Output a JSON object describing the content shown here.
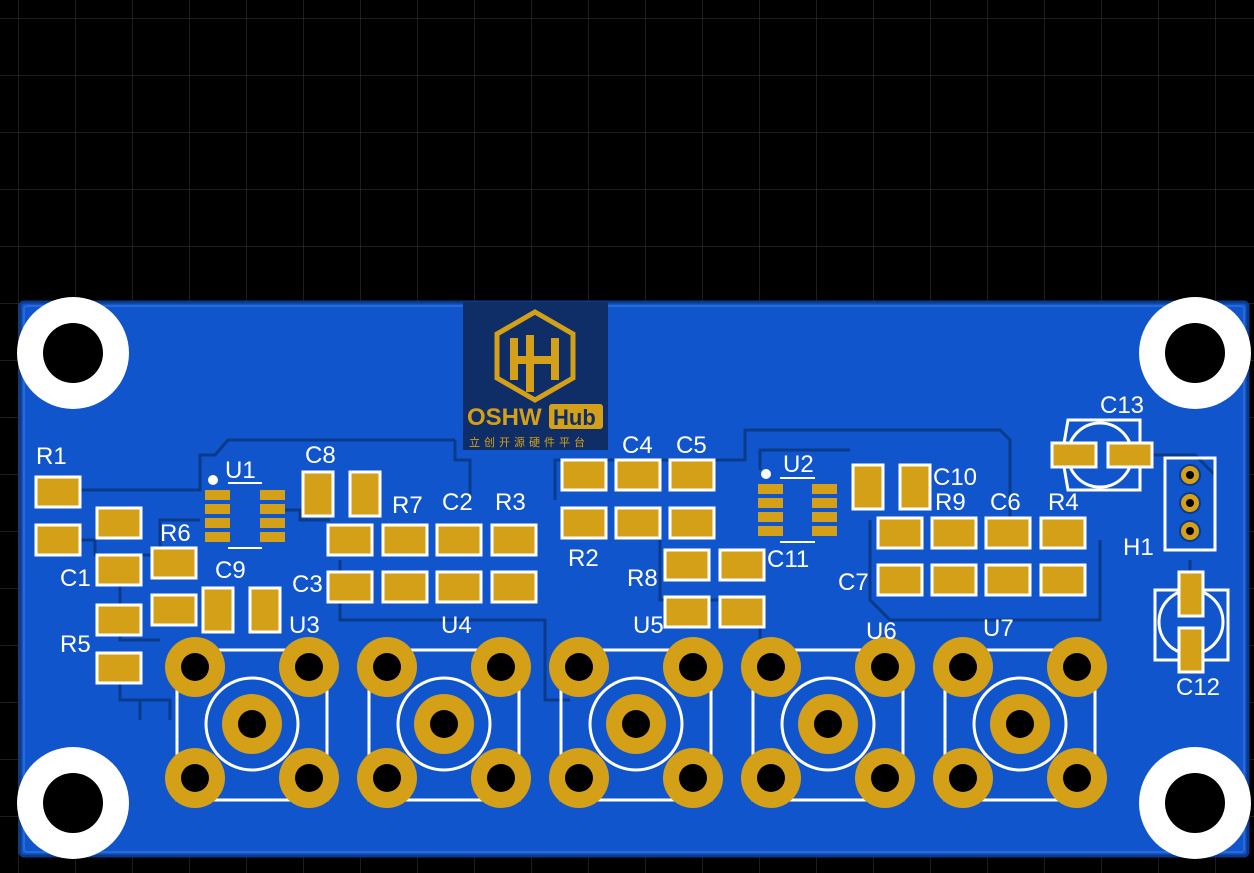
{
  "logo": {
    "text": "OSHW",
    "badge": "Hub",
    "subtitle": "立创开源硬件平台"
  },
  "colors": {
    "board": "#1155cc",
    "copper_pad": "#d4a017",
    "silkscreen": "#ffffff",
    "grid": "#3a3a3a",
    "background": "#000000"
  },
  "labels": {
    "R1": "R1",
    "R2": "R2",
    "R3": "R3",
    "R4": "R4",
    "R5": "R5",
    "R6": "R6",
    "R7": "R7",
    "R8": "R8",
    "R9": "R9",
    "C1": "C1",
    "C2": "C2",
    "C3": "C3",
    "C4": "C4",
    "C5": "C5",
    "C6": "C6",
    "C7": "C7",
    "C8": "C8",
    "C9": "C9",
    "C10": "C10",
    "C11": "C11",
    "C12": "C12",
    "C13": "C13",
    "U1": "U1",
    "U2": "U2",
    "U3": "U3",
    "U4": "U4",
    "U5": "U5",
    "U6": "U6",
    "U7": "U7",
    "H1": "H1"
  }
}
